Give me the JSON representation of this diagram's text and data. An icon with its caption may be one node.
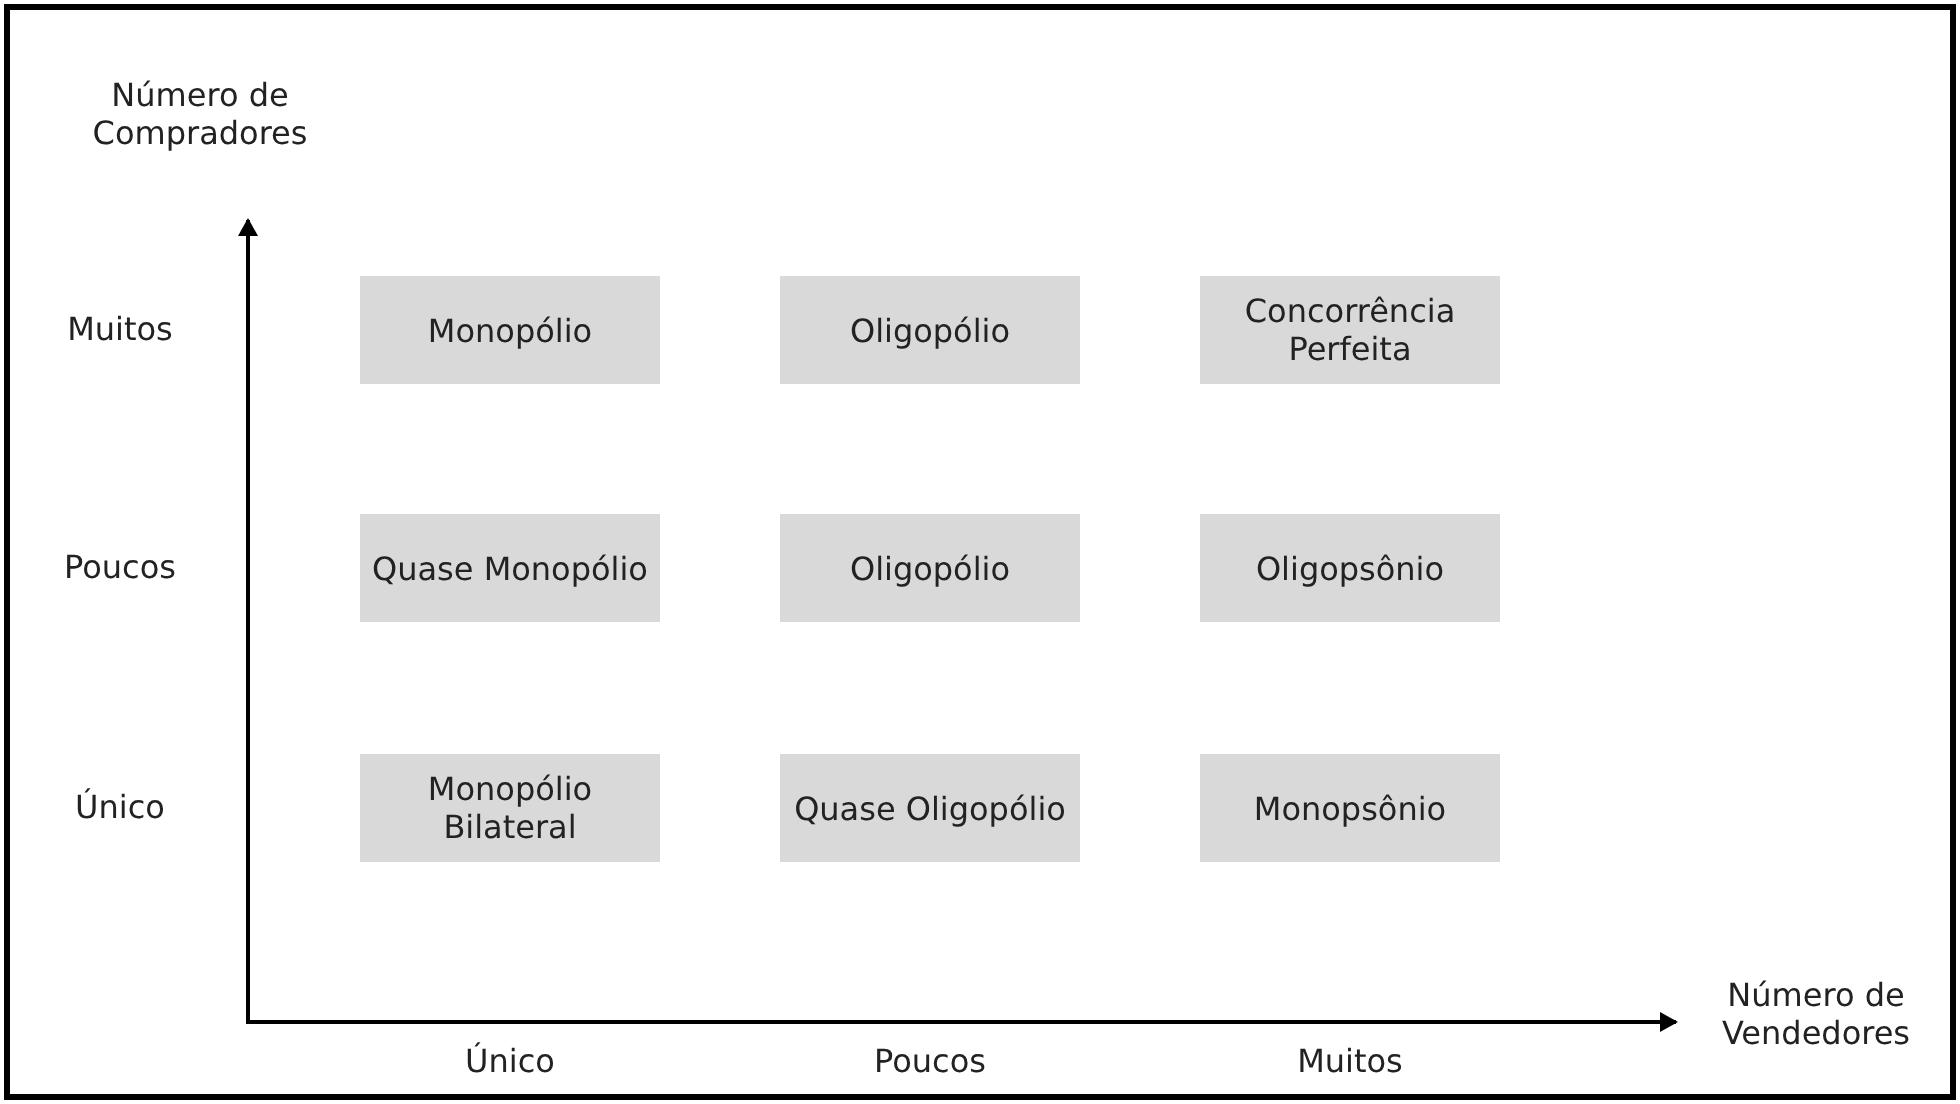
{
  "diagram": {
    "nodes": [
      {
        "text": [
          "Monopólio"
        ]
      },
      {
        "text": [
          "Oligopólio"
        ]
      },
      {
        "text": [
          "Concorrência Perfeita"
        ]
      },
      {
        "text": [
          "Quase Monopólio"
        ]
      },
      {
        "text": [
          "Oligopólio"
        ]
      },
      {
        "text": [
          "Oligopsônio"
        ]
      },
      {
        "text": [
          "Monopólio Bilateral"
        ]
      },
      {
        "text": [
          "Quase Oligopólio"
        ]
      },
      {
        "text": [
          "Monopsônio"
        ]
      }
    ],
    "edges": [],
    "labels": [
      "Número de Compradores",
      "Muitos",
      "Poucos",
      "Único",
      "Número de Vendedores",
      "Único",
      "Poucos",
      "Muitos"
    ]
  }
}
